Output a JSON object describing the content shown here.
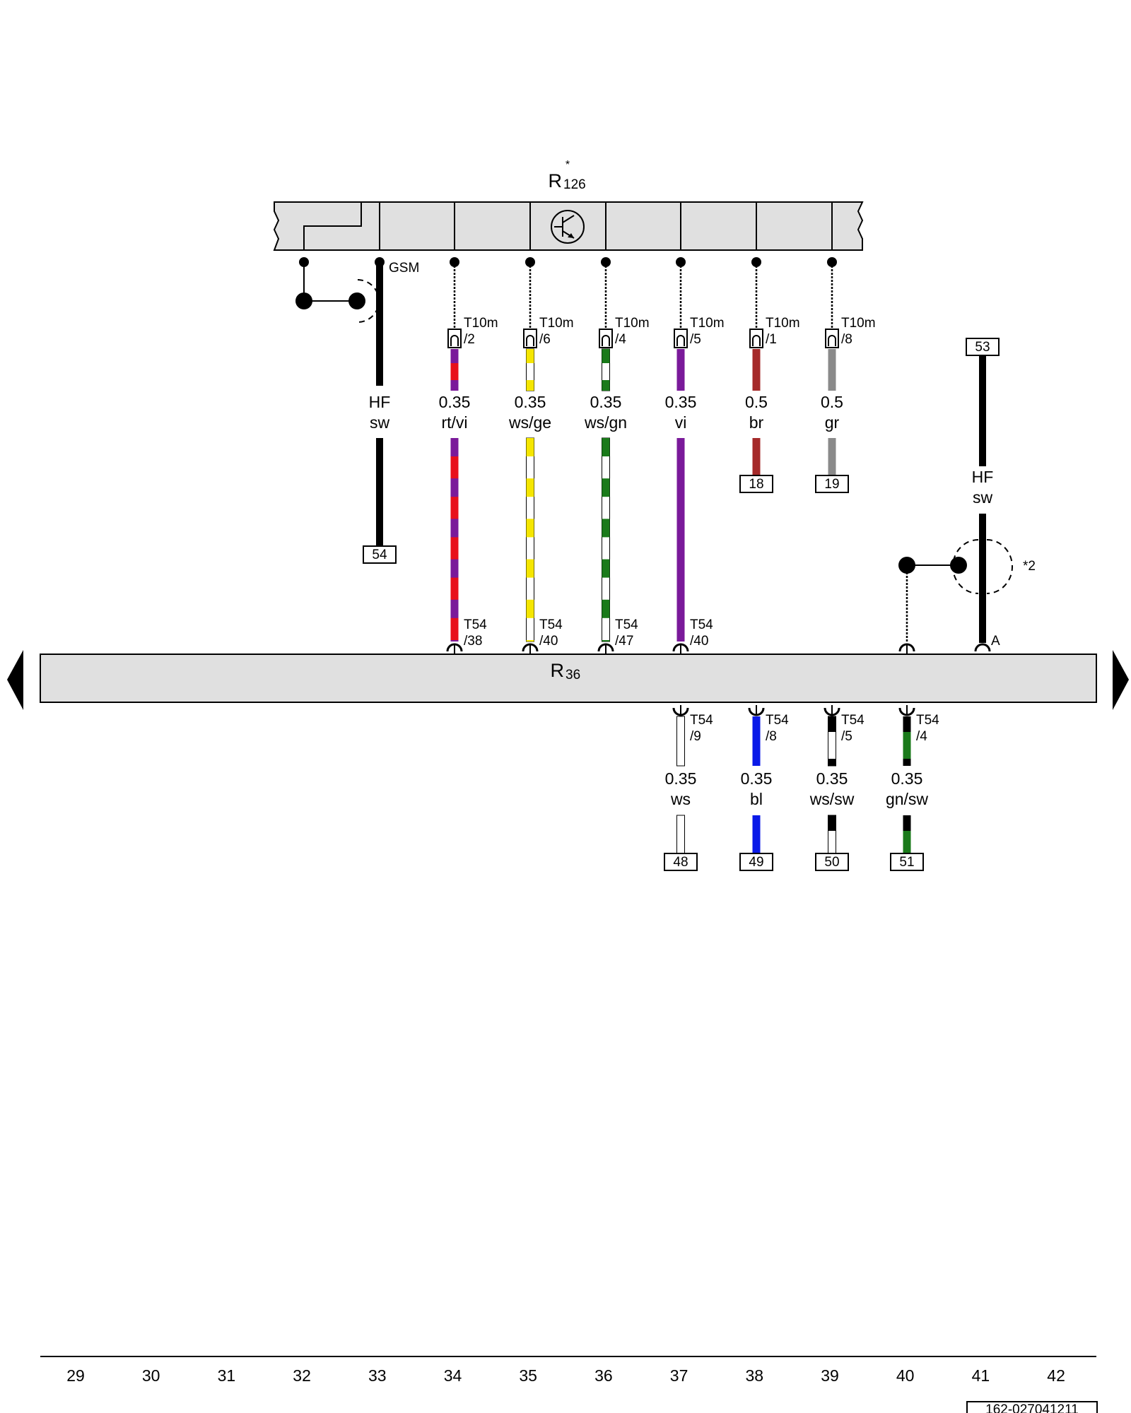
{
  "components": {
    "r126": {
      "letter": "R",
      "num": "126",
      "mark": "*"
    },
    "r36": {
      "letter": "R",
      "num": "36"
    }
  },
  "labels": {
    "gsm": "GSM",
    "note2": "*2",
    "connA": "A"
  },
  "top_wires": [
    {
      "id": "w34",
      "size": "0.35",
      "color": "rt/vi",
      "conn": "T10m",
      "pin": "/2",
      "bconn": "T54",
      "bpin": "/38",
      "base": "#e8101a",
      "stripe": "#7a1a9a"
    },
    {
      "id": "w35",
      "size": "0.35",
      "color": "ws/ge",
      "conn": "T10m",
      "pin": "/6",
      "bconn": "T54",
      "bpin": "/40",
      "base": "#ffffff",
      "stripe": "#f5e600"
    },
    {
      "id": "w36",
      "size": "0.35",
      "color": "ws/gn",
      "conn": "T10m",
      "pin": "/4",
      "bconn": "T54",
      "bpin": "/47",
      "base": "#ffffff",
      "stripe": "#1a7a1a"
    },
    {
      "id": "w37",
      "size": "0.35",
      "color": "vi",
      "conn": "T10m",
      "pin": "/5",
      "bconn": "T54",
      "bpin": "/40",
      "base": "#7a1a9a",
      "stripe": ""
    },
    {
      "id": "w38",
      "size": "0.5",
      "color": "br",
      "conn": "T10m",
      "pin": "/1",
      "ref": "18",
      "base": "#a52a2a",
      "stripe": ""
    },
    {
      "id": "w39",
      "size": "0.5",
      "color": "gr",
      "conn": "T10m",
      "pin": "/8",
      "ref": "19",
      "base": "#8a8a8a",
      "stripe": ""
    }
  ],
  "hf_left": {
    "type": "HF",
    "color": "sw",
    "ref": "54"
  },
  "hf_right": {
    "type": "HF",
    "color": "sw",
    "ref": "53"
  },
  "bottom_wires": [
    {
      "id": "b37",
      "size": "0.35",
      "color": "ws",
      "conn": "T54",
      "pin": "/9",
      "ref": "48",
      "base": "#ffffff",
      "stripe": ""
    },
    {
      "id": "b38",
      "size": "0.35",
      "color": "bl",
      "conn": "T54",
      "pin": "/8",
      "ref": "49",
      "base": "#0a1ae8",
      "stripe": ""
    },
    {
      "id": "b39",
      "size": "0.35",
      "color": "ws/sw",
      "conn": "T54",
      "pin": "/5",
      "ref": "50",
      "base": "#ffffff",
      "stripe": "#000000"
    },
    {
      "id": "b40",
      "size": "0.35",
      "color": "gn/sw",
      "conn": "T54",
      "pin": "/4",
      "ref": "51",
      "base": "#1a7a1a",
      "stripe": "#000000"
    }
  ],
  "columns": [
    "29",
    "30",
    "31",
    "32",
    "33",
    "34",
    "35",
    "36",
    "37",
    "38",
    "39",
    "40",
    "41",
    "42"
  ],
  "doc_id": "162-027041211"
}
